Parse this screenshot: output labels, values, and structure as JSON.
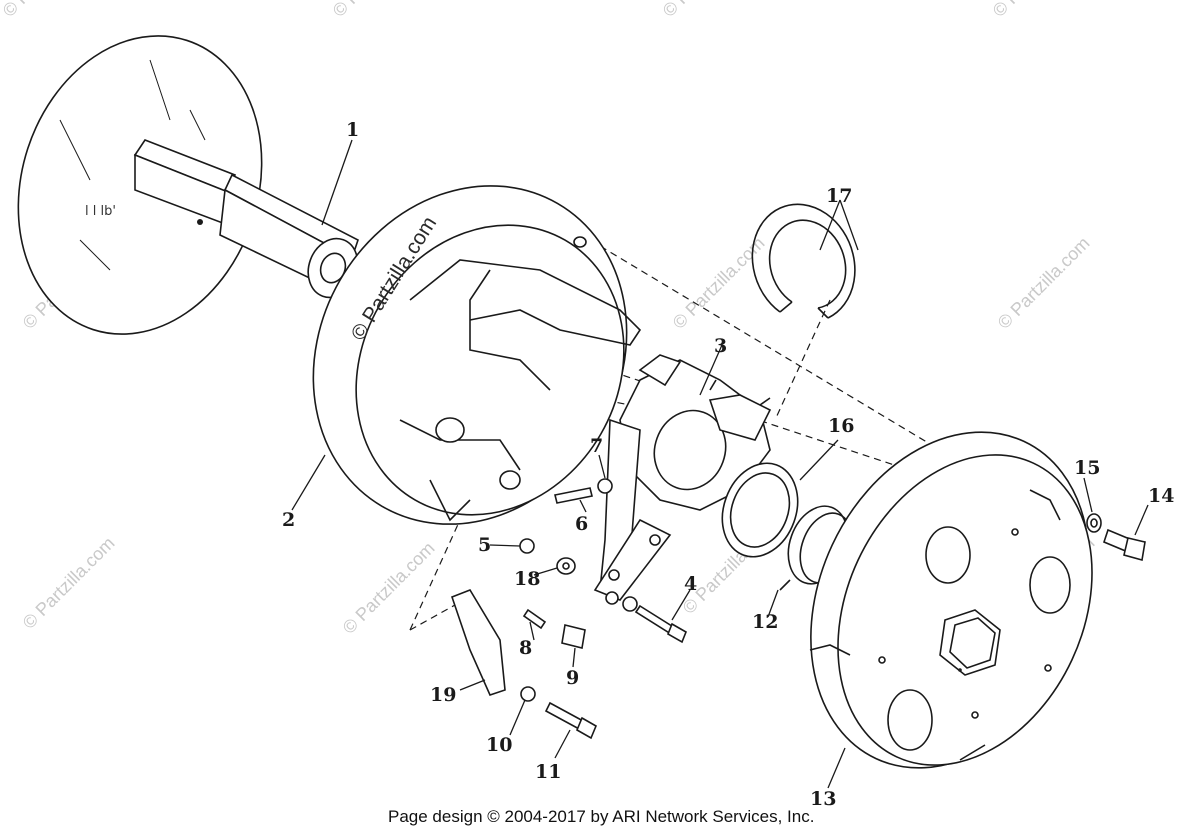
{
  "watermarks": {
    "primary": "© Partzilla.com",
    "faint": "© Partzilla.com"
  },
  "callouts": {
    "c1": "1",
    "c2": "2",
    "c3": "3",
    "c4": "4",
    "c5": "5",
    "c6": "6",
    "c7": "7",
    "c8": "8",
    "c9": "9",
    "c10": "10",
    "c11": "11",
    "c12": "12",
    "c13": "13",
    "c14": "14",
    "c15": "15",
    "c16": "16",
    "c17": "17",
    "c18": "18",
    "c19": "19"
  },
  "footer": {
    "copyright": "Page design © 2004-2017 by ARI Network Services, Inc."
  }
}
